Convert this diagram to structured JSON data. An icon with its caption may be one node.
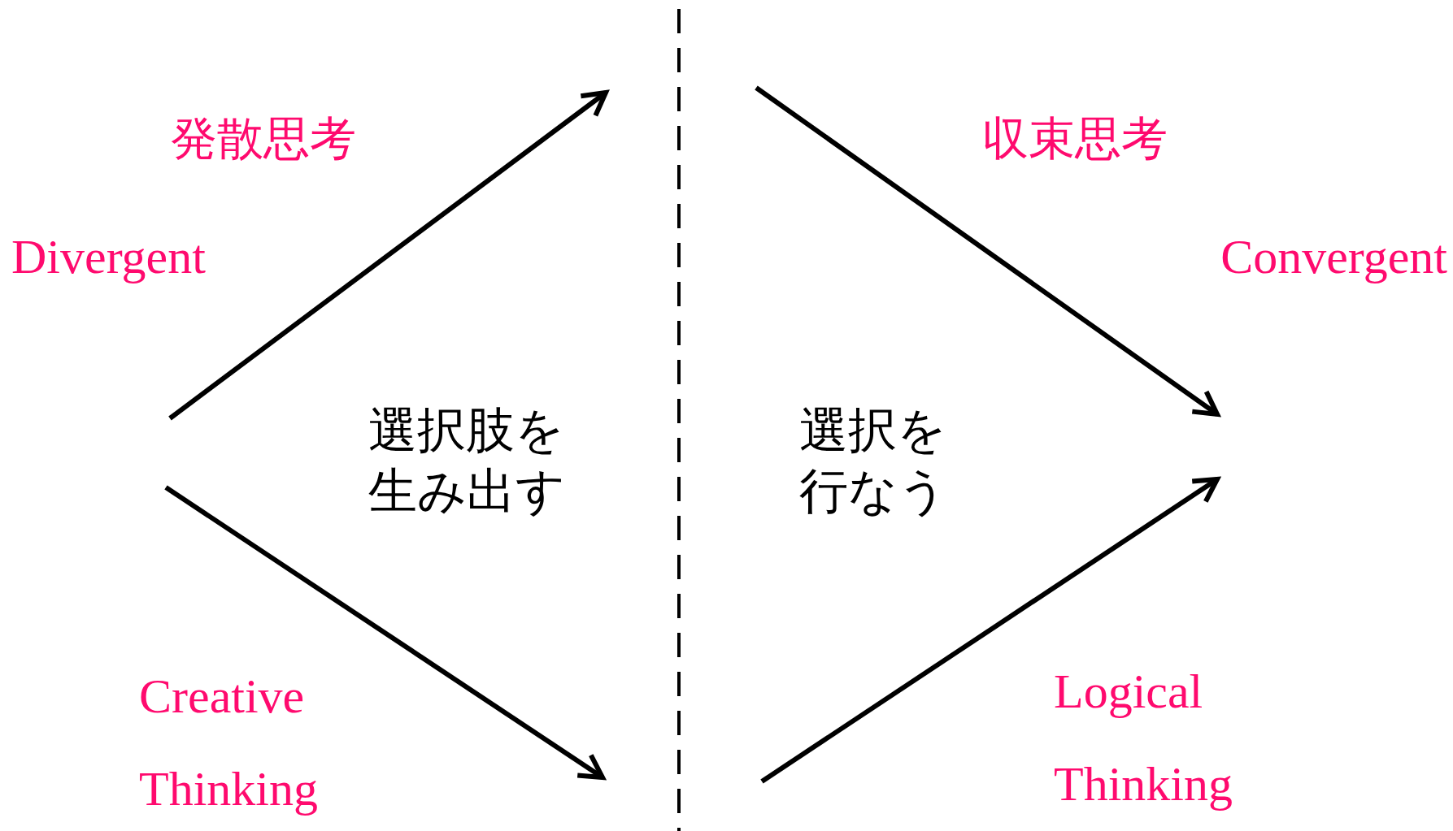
{
  "diagram": {
    "labels": [
      "発散思考",
      "収束思考",
      "Divergent",
      "Convergent",
      "選択肢を生み出す",
      "選択を行なう",
      "Creative Thinking",
      "Logical Thinking"
    ]
  }
}
